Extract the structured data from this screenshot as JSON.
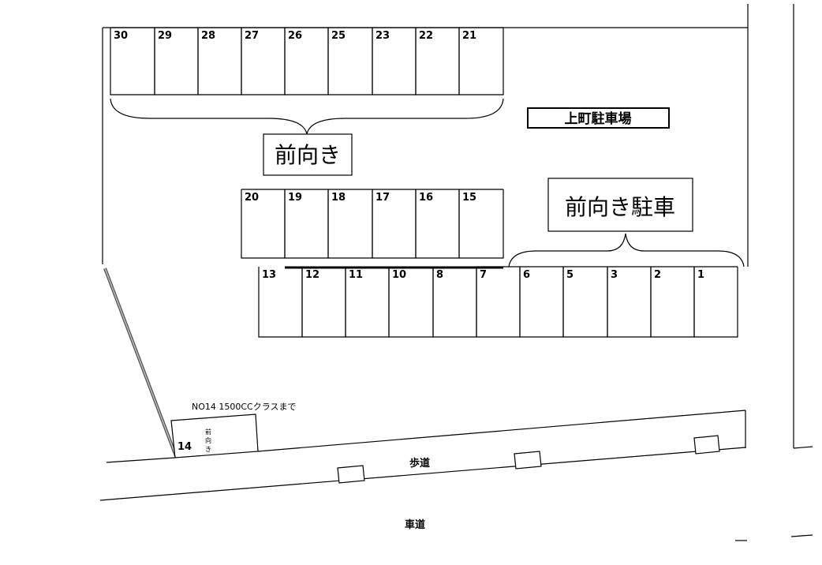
{
  "lot_title": "上町駐車場",
  "top_row_label": "前向き",
  "bottom_row_label": "前向き駐車",
  "top_row_spaces": [
    "30",
    "29",
    "28",
    "27",
    "26",
    "25",
    "23",
    "22",
    "21"
  ],
  "middle_row_spaces": [
    "20",
    "19",
    "18",
    "17",
    "16",
    "15"
  ],
  "bottom_row_spaces": [
    "13",
    "12",
    "11",
    "10",
    "8",
    "7",
    "6",
    "5",
    "3",
    "2",
    "1"
  ],
  "space14": {
    "number": "14",
    "note": "NO14  1500CCクラスまで",
    "direction": [
      "前",
      "向",
      "き"
    ]
  },
  "sidewalk_label": "歩道",
  "roadway_label": "車道"
}
